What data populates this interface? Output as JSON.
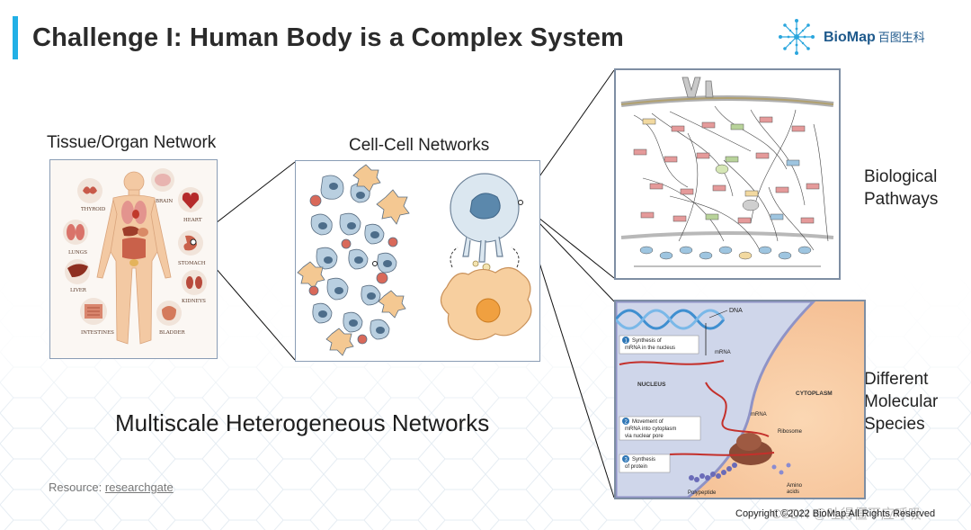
{
  "header": {
    "title": "Challenge I: Human Body is a Complex System",
    "accent_color": "#22b0e6"
  },
  "logo": {
    "name_en": "BioMap",
    "name_cn": "百图生科",
    "icon": "snowflake-network-icon"
  },
  "panels": {
    "tissue_organ": {
      "label": "Tissue/Organ Network",
      "organs": [
        "THYROID",
        "BRAIN",
        "HEART",
        "LUNGS",
        "STOMACH",
        "LIVER",
        "KIDNEYS",
        "INTESTINES",
        "BLADDER"
      ]
    },
    "cell_cell": {
      "label": "Cell-Cell Networks"
    },
    "pathways": {
      "label": "Biological Pathways"
    },
    "molecular": {
      "label": "Different Molecular Species",
      "labels": {
        "dna": "DNA",
        "step1_num": "1",
        "step1": [
          "Synthesis of",
          "mRNA in the nucleus"
        ],
        "mrna1": "mRNA",
        "nucleus": "NUCLEUS",
        "cytoplasm": "CYTOPLASM",
        "step2_num": "2",
        "step2": [
          "Movement of",
          "mRNA into cytoplasm",
          "via nuclear pore"
        ],
        "mrna2": "mRNA",
        "ribosome": "Ribosome",
        "step3_num": "3",
        "step3": [
          "Synthesis",
          "of protein"
        ],
        "amino": [
          "Amino",
          "acids"
        ],
        "polypeptide": "Polypeptide"
      }
    }
  },
  "caption": "Multiscale Heterogeneous Networks",
  "resource": {
    "prefix": "Resource: ",
    "link": "researchgate"
  },
  "copyright": "Copyright ©2022 BioMap All Rights Reserved",
  "watermark": "CSDN @吐得僵下应呼吸",
  "colors": {
    "panel_border": "#8a9db5",
    "cell_blue": "#b9cfe0",
    "cell_orange": "#f4c892",
    "cell_red": "#d9695a",
    "dna_blue": "#3f8fd0",
    "mrna_red": "#c4302b"
  }
}
